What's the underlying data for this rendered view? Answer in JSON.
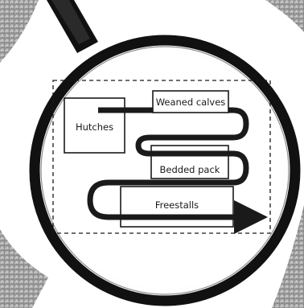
{
  "diagram": {
    "boxes": {
      "hutches": "Hutches",
      "weaned_calves": "Weaned calves",
      "bedded_pack": "Bedded pack",
      "freestalls": "Freestalls"
    }
  },
  "colors": {
    "ring": "#111111",
    "outline": "#1a1a1a",
    "flow_path": "#1a1a1a",
    "background": "#ffffff",
    "handle": "#b5b5b5"
  }
}
